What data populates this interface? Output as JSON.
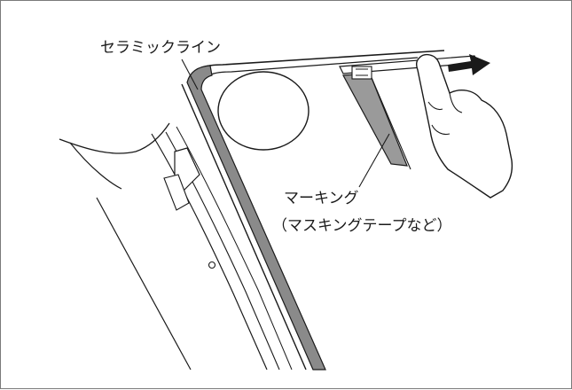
{
  "labels": {
    "ceramic_line": "セラミックライン",
    "marking": "マーキング",
    "marking_note": "（マスキングテープなど）"
  },
  "colors": {
    "line": "#1a1a1a",
    "ceramic_band": "#8a8a8a",
    "tape": "#9a9a9a",
    "frame": "#7a7a7a"
  },
  "icons": [
    "hand-icon",
    "arrow-right-icon"
  ]
}
